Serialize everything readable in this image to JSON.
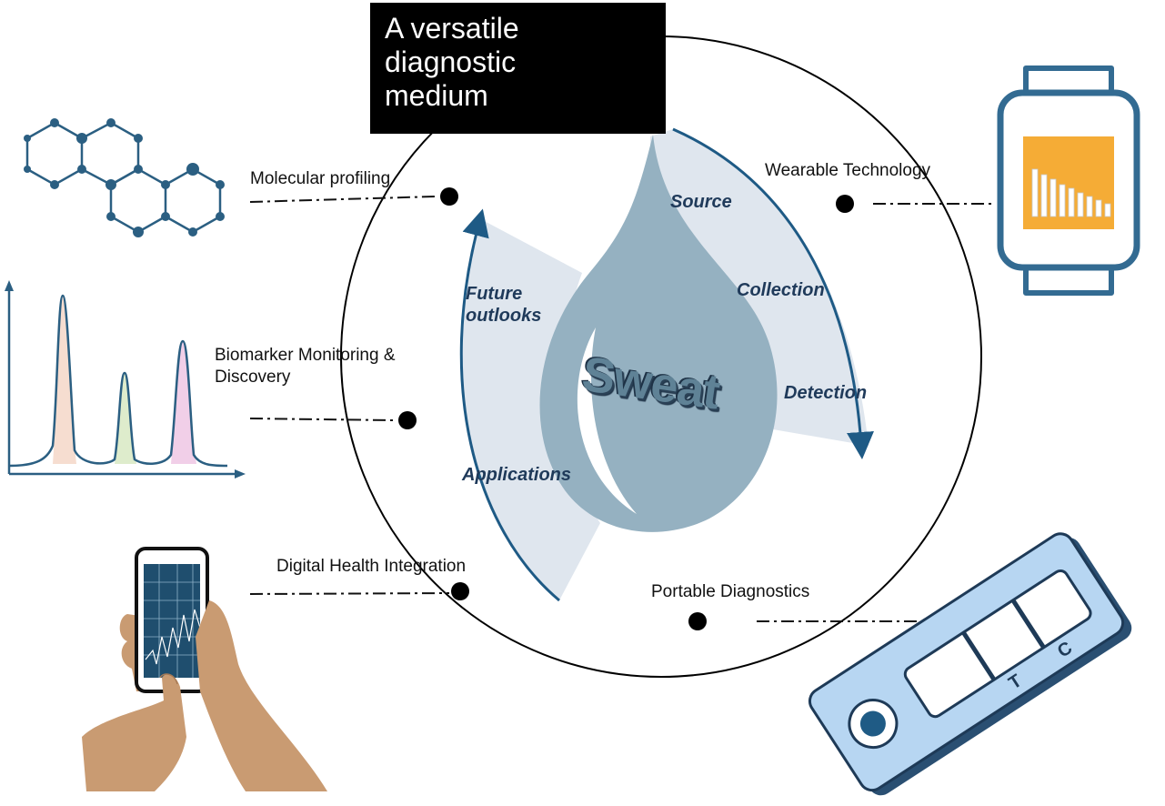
{
  "title": "A versatile\ndiagnostic\nmedium",
  "center_label": "Sweat",
  "workflow": {
    "source": "Source",
    "collection": "Collection",
    "detection": "Detection",
    "applications": "Applications",
    "future_outlooks": "Future\noutlooks"
  },
  "topics": {
    "molecular_profiling": "Molecular profiling",
    "biomarker": "Biomarker Monitoring &\nDiscovery",
    "digital_health": "Digital Health Integration",
    "wearable": "Wearable Technology",
    "portable": "Portable Diagnostics"
  },
  "test_strip": {
    "control_label": "C",
    "test_label": "T"
  },
  "icons": [
    "molecule-icon",
    "chromatogram-icon",
    "smartphone-hand-icon",
    "smartwatch-icon",
    "test-strip-icon"
  ],
  "colors": {
    "drop": "#95b1c1",
    "arc_fill": "#dfe6ee",
    "arc_line": "#1e5a85",
    "molecule": "#2b5f82",
    "watch_frame": "#336b92",
    "watch_screen": "#f5ac36",
    "strip_body": "#b7d6f2",
    "skin": "#c99b72"
  }
}
